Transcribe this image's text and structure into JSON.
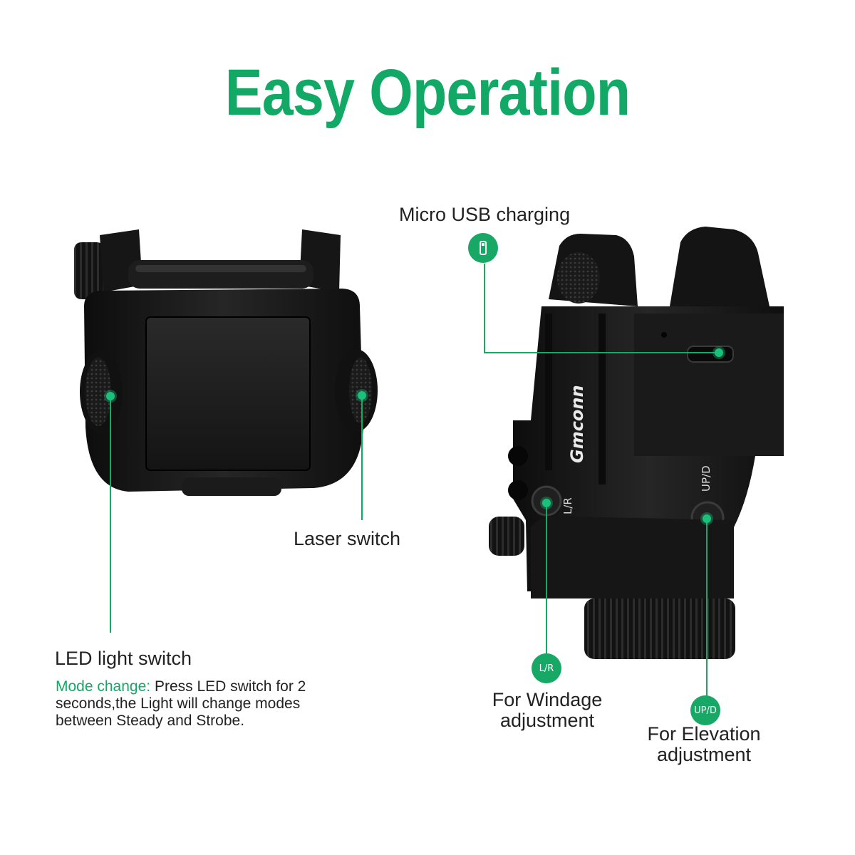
{
  "title": "Easy Operation",
  "labels": {
    "micro_usb": "Micro USB charging",
    "laser_switch": "Laser switch",
    "led_switch": "LED light switch",
    "mode_change_key": "Mode change:",
    "mode_change_text": " Press LED switch for 2 seconds,the Light will change modes between Steady and Strobe.",
    "windage_line1": "For Windage",
    "windage_line2": "adjustment",
    "elevation_line1": "For Elevation",
    "elevation_line2": "adjustment"
  },
  "badges": {
    "lr": "L/R",
    "upd": "UP/D"
  },
  "device_marks": {
    "brand": "Gmconn",
    "lr": "L/R",
    "upd": "UP/D"
  },
  "colors": {
    "accent": "#12a866",
    "badge": "#16a864",
    "device": "#151515"
  },
  "icons": [
    "usb-icon"
  ]
}
